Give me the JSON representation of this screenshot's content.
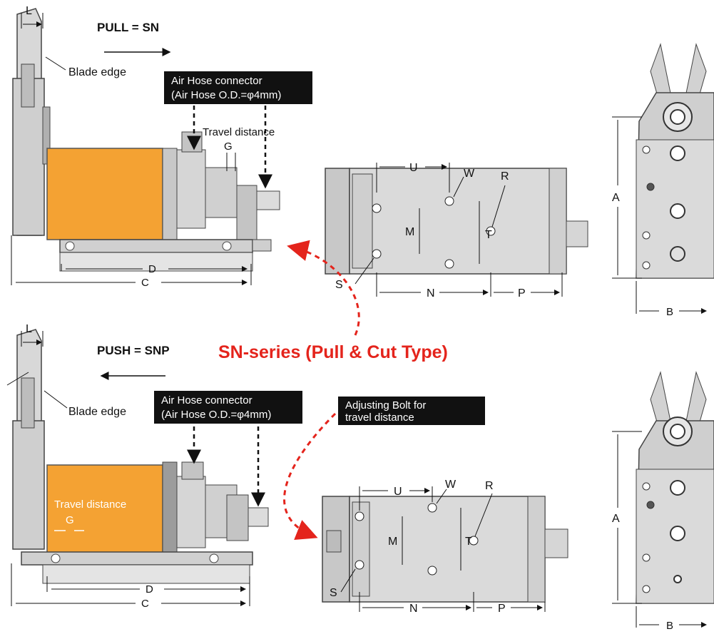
{
  "headings": {
    "pull": "PULL = SN",
    "push": "PUSH = SNP",
    "series_title": "SN-series (Pull & Cut Type)"
  },
  "callouts": {
    "blade_edge": "Blade edge",
    "air_hose_line1": "Air Hose connector",
    "air_hose_line2": "(Air Hose O.D.=φ4mm)",
    "travel_distance": "Travel distance",
    "adjusting_line1": "Adjusting Bolt for",
    "adjusting_line2": "travel distance"
  },
  "dims": {
    "L": "L",
    "G": "G",
    "C": "C",
    "D": "D",
    "U": "U",
    "W": "W",
    "R": "R",
    "M": "M",
    "T": "T",
    "S": "S",
    "N": "N",
    "P": "P",
    "A": "A",
    "B": "B"
  },
  "colors": {
    "cylinder": "#f4a233",
    "body": "#d4d4d4",
    "body_dark": "#a8a8a8",
    "accent_red": "#e4241c",
    "label_box": "#111111"
  }
}
